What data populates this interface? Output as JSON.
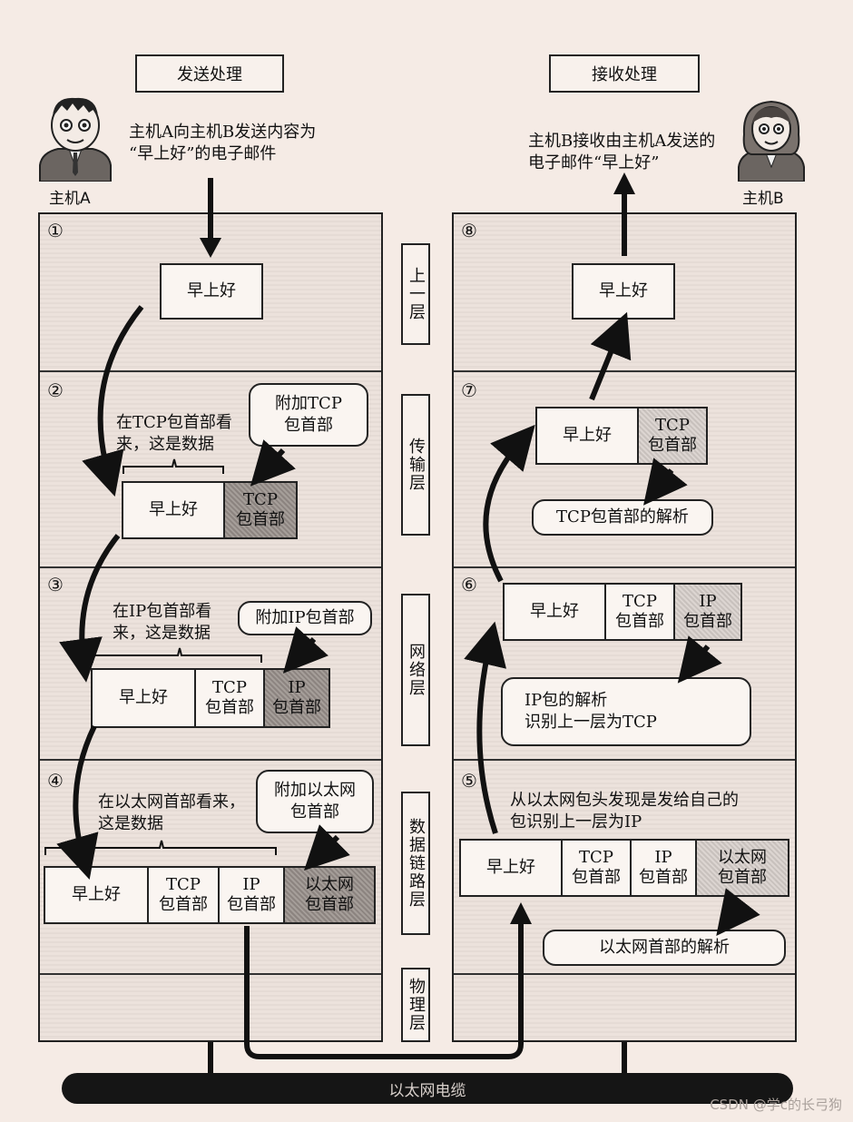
{
  "send_title": "发送处理",
  "recv_title": "接收处理",
  "host_a": "主机A",
  "host_b": "主机B",
  "send_intro": "主机A向主机B发送内容为\n“早上好”的电子邮件",
  "recv_intro": "主机B接收由主机A发送的\n电子邮件“早上好”",
  "layers": {
    "upper": "上一层",
    "transport": "传输层",
    "network": "网络层",
    "datalink": "数据链路层",
    "physical": "物理层"
  },
  "steps": [
    "①",
    "②",
    "③",
    "④",
    "⑤",
    "⑥",
    "⑦",
    "⑧"
  ],
  "payload": "早上好",
  "tcp_header": "TCP\n包首部",
  "ip_header": "IP\n包首部",
  "eth_header": "以太网\n包首部",
  "add_tcp": "附加TCP\n包首部",
  "add_ip": "附加IP包首部",
  "add_eth": "附加以太网\n包首部",
  "tcp_view": "在TCP包首部看\n来，这是数据",
  "ip_view": "在IP包首部看\n来，这是数据",
  "eth_view": "在以太网首部看来，\n这是数据",
  "eth_recv_note": "从以太网包头发现是发给自己的\n包识别上一层为IP",
  "eth_parse": "以太网首部的解析",
  "ip_parse": "IP包的解析\n识别上一层为TCP",
  "tcp_parse": "TCP包首部的解析",
  "cable": "以太网电缆",
  "watermark": "CSDN @学c的长弓狗"
}
